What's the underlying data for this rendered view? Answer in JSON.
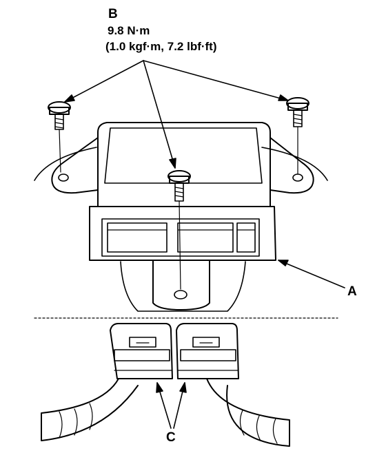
{
  "callouts": {
    "b": {
      "letter": "B",
      "torque_nm": "9.8 N·m",
      "torque_alt": "(1.0 kgf·m, 7.2 lbf·ft)"
    },
    "a": {
      "letter": "A"
    },
    "c": {
      "letter": "C"
    }
  },
  "colors": {
    "line": "#000000",
    "background": "#ffffff"
  }
}
